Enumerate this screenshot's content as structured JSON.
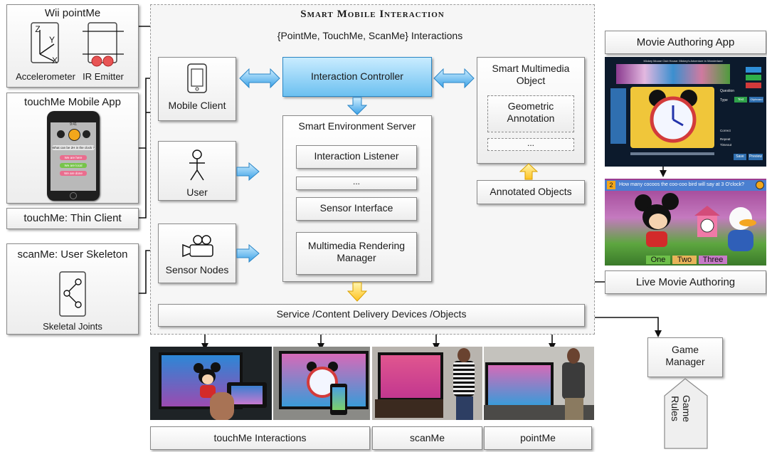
{
  "title": "Smart Mobile Interaction",
  "interactions_caption": "{PointMe, TouchMe, ScanMe} Interactions",
  "inputs": {
    "wii": {
      "title": "Wii pointMe",
      "accelerometer": "Accelerometer",
      "ir_emitter": "IR Emitter",
      "axis_z": "Z",
      "axis_y": "Y",
      "axis_x": "X"
    },
    "touchme_app": {
      "title": "touchMe Mobile App"
    },
    "thin_client": "touchMe: Thin Client",
    "scanme": {
      "title": "scanMe: User Skeleton",
      "joints": "Skeletal Joints"
    }
  },
  "nodes": {
    "mobile_client": "Mobile Client",
    "user": "User",
    "sensor_nodes": "Sensor Nodes",
    "interaction_controller": "Interaction Controller",
    "server": {
      "title": "Smart Environment Server",
      "items": [
        "Interaction Listener",
        "...",
        "Sensor Interface",
        "Multimedia Rendering Manager"
      ]
    },
    "smo": {
      "title": "Smart Multimedia Object",
      "items": [
        "Geometric Annotation",
        "..."
      ]
    },
    "annotated_objects": "Annotated Objects",
    "delivery": "Service /Content Delivery Devices /Objects"
  },
  "right": {
    "movie_app": "Movie Authoring App",
    "live_authoring": "Live Movie Authoring",
    "game_manager": "Game Manager",
    "game_rules": "Game Rules",
    "movie_screen_title": "Mickey Mouse Club House: Mickey's Adventure in Wonderland",
    "movie_form": {
      "question": "Question",
      "type": "Type",
      "correct": "Correct",
      "repeat": "Repeat",
      "timeout": "Timeout",
      "text": "Text",
      "clipboard": "Clipboard",
      "save": "Save",
      "preview": "Preview"
    },
    "quiz": {
      "number": "2",
      "question": "How many cocoos the coo-coo bird will say at 3 O'clock?",
      "options": [
        "One",
        "Two",
        "Three"
      ]
    }
  },
  "phone": {
    "time": "9:41",
    "question": "What can be 2H in the clock ?",
    "answers": [
      "We are here",
      "We are local",
      "We are done"
    ]
  },
  "photos": [
    "touchMe Interactions",
    "scanMe",
    "pointMe"
  ],
  "colors": {
    "accent_blue": "#3aa0e6",
    "arrow_yellow": "#ffd23a",
    "controller_fill": "#6cc0f0"
  }
}
